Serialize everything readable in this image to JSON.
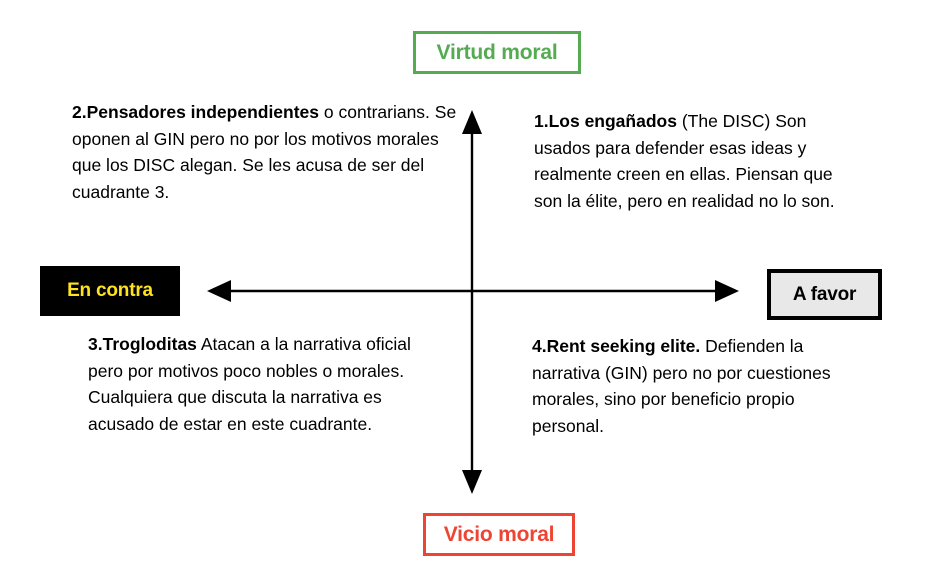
{
  "poles": {
    "top": {
      "label": "Virtud moral",
      "color": "#54ab51",
      "background": "#ffffff"
    },
    "bottom": {
      "label": "Vicio moral",
      "color": "#ee4433",
      "background": "#ffffff"
    },
    "left": {
      "label": "En contra",
      "color": "#ffe21f",
      "background": "#000000"
    },
    "right": {
      "label": "A favor",
      "color": "#000000",
      "background": "#e8e8e8"
    }
  },
  "quadrants": {
    "q1": {
      "lead": "1.Los engañados",
      "lead_suffix": " (The DISC)",
      "body": "Son usados para defender esas ideas y realmente creen en ellas. Piensan que son la élite, pero en realidad no lo son."
    },
    "q2": {
      "lead": "2.Pensadores independientes",
      "lead_suffix": " o contrarians.",
      "body": "Se oponen al GIN pero no por los motivos morales que los DISC alegan. Se les acusa de ser del cuadrante 3."
    },
    "q3": {
      "lead": "3.Trogloditas",
      "lead_suffix": "",
      "body": "Atacan a la narrativa oficial pero por motivos poco nobles o morales. Cualquiera que discuta la narrativa es acusado de estar en este cuadrante."
    },
    "q4": {
      "lead": "4.Rent seeking elite.",
      "lead_suffix": "",
      "body": "Defienden la narrativa (GIN) pero no por cuestiones morales, sino por beneficio propio personal."
    }
  },
  "axes": {
    "stroke_color": "#000000",
    "vertical_label_top": "Virtud moral",
    "vertical_label_bottom": "Vicio moral",
    "horizontal_label_left": "En contra",
    "horizontal_label_right": "A favor"
  }
}
